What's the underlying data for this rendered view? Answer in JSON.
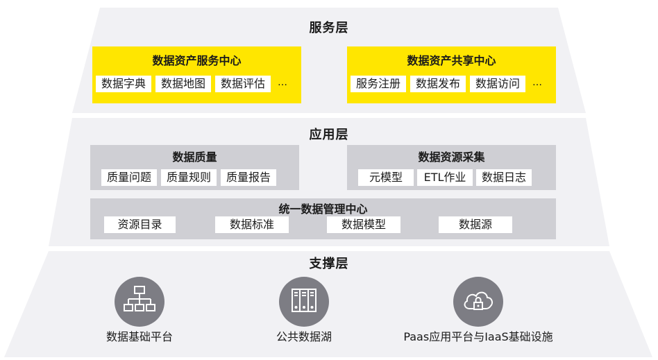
{
  "service_layer": {
    "title": "服务层",
    "panels": [
      {
        "title": "数据资产服务中心",
        "items": [
          "数据字典",
          "数据地图",
          "数据评估"
        ],
        "more": "…"
      },
      {
        "title": "数据资产共享中心",
        "items": [
          "服务注册",
          "数据发布",
          "数据访问"
        ],
        "more": "…"
      }
    ]
  },
  "application_layer": {
    "title": "应用层",
    "panels": [
      {
        "title": "数据质量",
        "items": [
          "质量问题",
          "质量规则",
          "质量报告"
        ]
      },
      {
        "title": "数据资源采集",
        "items": [
          "元模型",
          "ETL作业",
          "数据日志"
        ]
      }
    ],
    "management_center": {
      "title": "统一数据管理中心",
      "items": [
        "资源目录",
        "数据标准",
        "数据模型",
        "数据源"
      ]
    }
  },
  "support_layer": {
    "title": "支撑层",
    "items": [
      {
        "label": "数据基础平台",
        "icon": "network-hierarchy-icon"
      },
      {
        "label": "公共数据湖",
        "icon": "server-rack-icon"
      },
      {
        "label": "Paas应用平台与IaaS基础设施",
        "icon": "cloud-lock-icon"
      }
    ]
  },
  "colors": {
    "layer_bg": "#f1f1f4",
    "highlight_yellow": "#ffe600",
    "panel_grey": "#cfcfd4",
    "icon_circle": "#7d7d84"
  }
}
